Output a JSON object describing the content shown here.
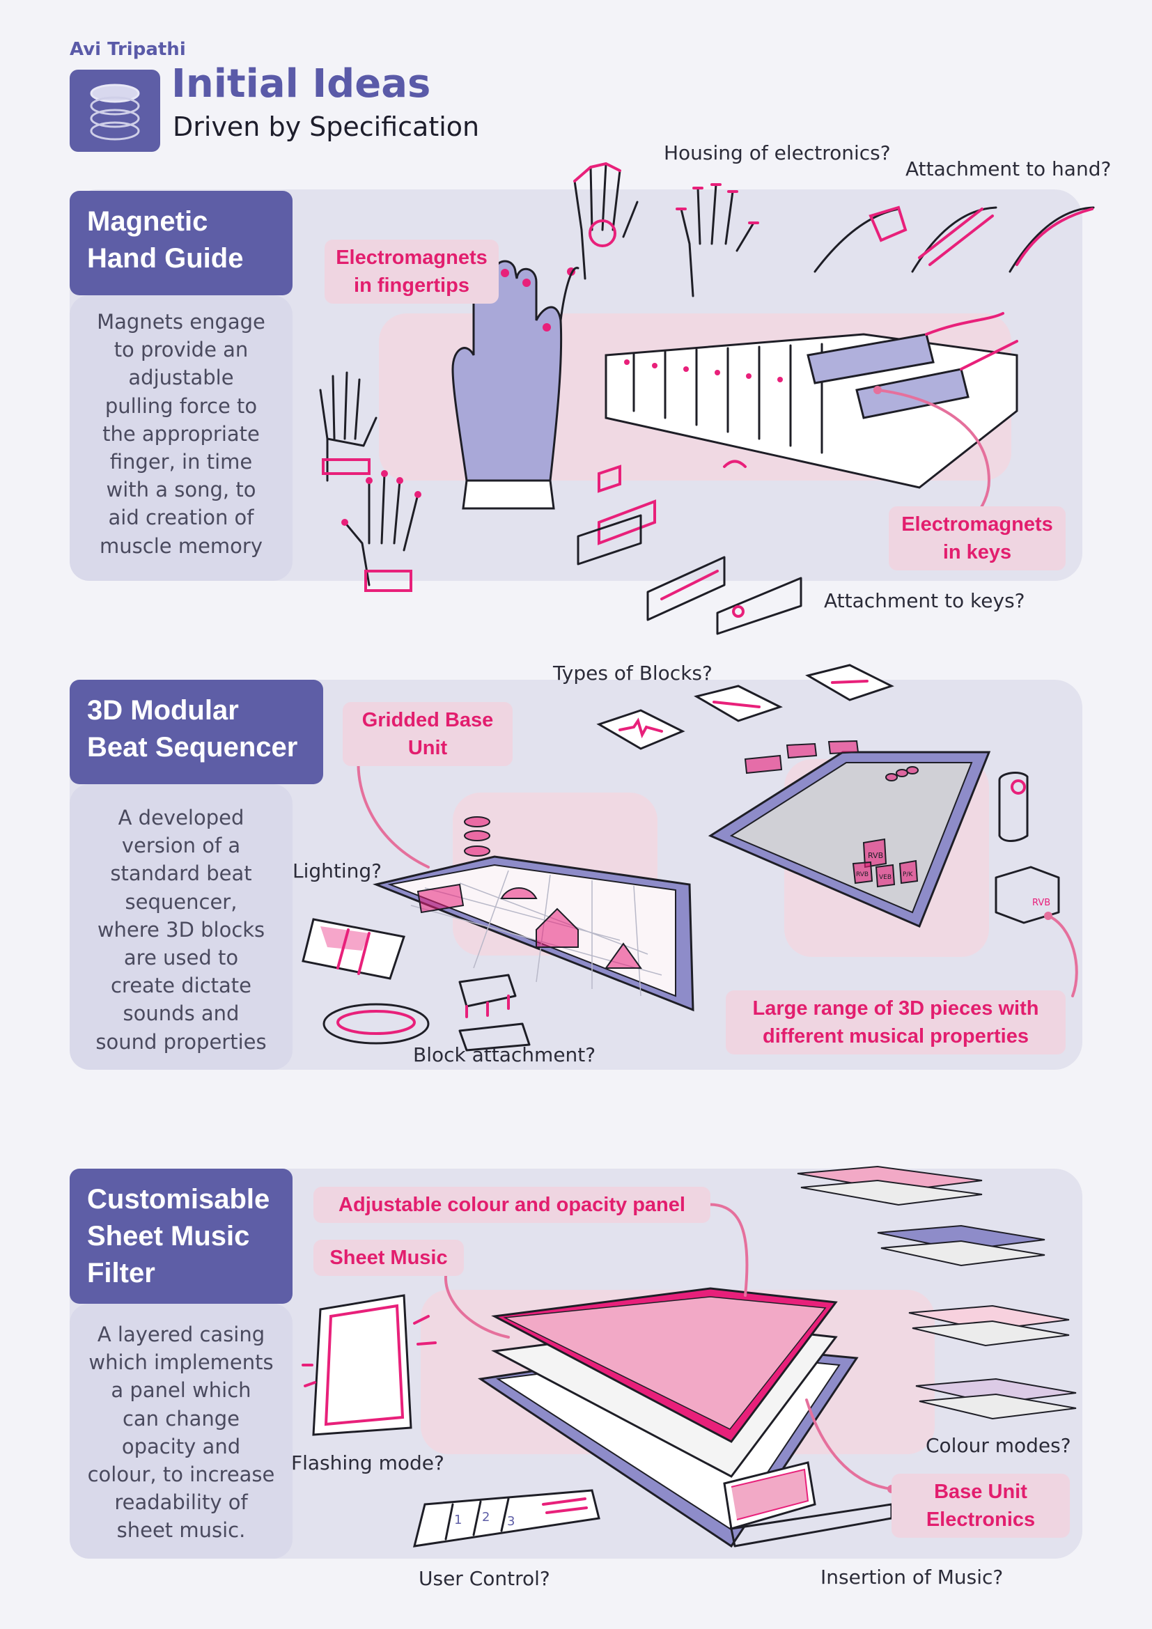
{
  "header": {
    "author": "Avi Tripathi",
    "title": "Initial Ideas",
    "subtitle": "Driven by Specification"
  },
  "colors": {
    "accent_purple": "#5e5ea6",
    "accent_pink": "#e21e6e",
    "panel_bg": "#e2e2ee",
    "callout_bg": "#efd5e1"
  },
  "sections": [
    {
      "title": "Magnetic\nHand Guide",
      "description": "Magnets engage\nto provide an\nadjustable\npulling force to\nthe appropriate\nfinger, in time\nwith a song, to\naid creation of\nmuscle memory",
      "callouts": [
        "Electromagnets\nin fingertips",
        "Electromagnets\nin keys"
      ],
      "questions": [
        "Housing of electronics?",
        "Attachment to hand?",
        "Attachment to keys?"
      ]
    },
    {
      "title": "3D Modular\nBeat Sequencer",
      "description": "A developed\nversion of a\nstandard beat\nsequencer,\nwhere 3D blocks\nare used to\ncreate dictate\nsounds and\nsound properties",
      "callouts": [
        "Gridded Base\nUnit",
        "Large range of 3D pieces with\ndifferent musical properties"
      ],
      "questions": [
        "Types of Blocks?",
        "Lighting?",
        "Block attachment?"
      ],
      "block_labels": [
        "RVB",
        "RVB",
        "VEB",
        "P/K",
        "RVB"
      ]
    },
    {
      "title": "Customisable\nSheet Music\nFilter",
      "description": "A layered casing\nwhich implements\na panel which\ncan change\nopacity and\ncolour, to increase\nreadability of\nsheet music.",
      "callouts": [
        "Adjustable colour and opacity panel",
        "Sheet Music",
        "Base Unit\nElectronics"
      ],
      "questions": [
        "Colour modes?",
        "Flashing mode?",
        "User Control?",
        "Insertion of Music?"
      ],
      "control_labels": [
        "1",
        "2",
        "3"
      ]
    }
  ]
}
